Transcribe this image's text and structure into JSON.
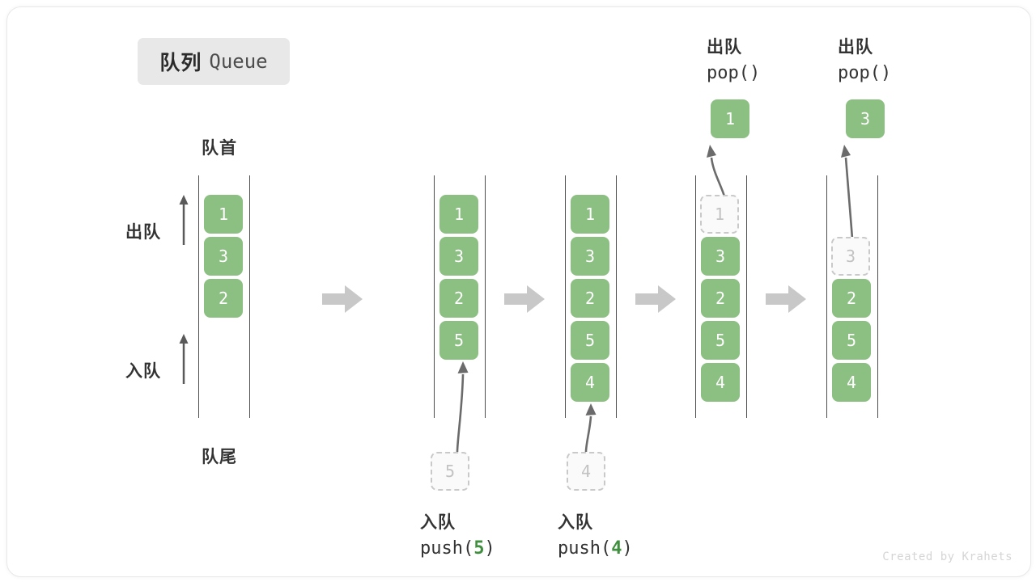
{
  "title": {
    "cn": "队列",
    "en": "Queue"
  },
  "anatomy": {
    "front_label": "队首",
    "rear_label": "队尾",
    "dequeue_label": "出队",
    "enqueue_label": "入队"
  },
  "credit": "Created by Krahets",
  "colors": {
    "cell_fill": "#8cbf82",
    "ghost_border": "#c9c9c9",
    "ghost_text": "#c2c2c2",
    "rail": "#4d4d4d",
    "step_arrow": "#c8c8c8",
    "accent_text": "#3f8f3f",
    "badge_bg": "#e8e8e8"
  },
  "steps": [
    {
      "id": "initial",
      "cells": [
        {
          "value": "1",
          "state": "solid"
        },
        {
          "value": "3",
          "state": "solid"
        },
        {
          "value": "2",
          "state": "solid"
        }
      ]
    },
    {
      "id": "push-5",
      "cells": [
        {
          "value": "1",
          "state": "solid"
        },
        {
          "value": "3",
          "state": "solid"
        },
        {
          "value": "2",
          "state": "solid"
        },
        {
          "value": "5",
          "state": "solid"
        }
      ],
      "op_cn": "入队",
      "op_code_prefix": "push(",
      "op_code_value": "5",
      "op_code_suffix": ")",
      "incoming_value": "5"
    },
    {
      "id": "push-4",
      "cells": [
        {
          "value": "1",
          "state": "solid"
        },
        {
          "value": "3",
          "state": "solid"
        },
        {
          "value": "2",
          "state": "solid"
        },
        {
          "value": "5",
          "state": "solid"
        },
        {
          "value": "4",
          "state": "solid"
        }
      ],
      "op_cn": "入队",
      "op_code_prefix": "push(",
      "op_code_value": "4",
      "op_code_suffix": ")",
      "incoming_value": "4"
    },
    {
      "id": "pop-1",
      "cells": [
        {
          "value": "1",
          "state": "ghost"
        },
        {
          "value": "3",
          "state": "solid"
        },
        {
          "value": "2",
          "state": "solid"
        },
        {
          "value": "5",
          "state": "solid"
        },
        {
          "value": "4",
          "state": "solid"
        }
      ],
      "op_cn": "出队",
      "op_code": "pop()",
      "popped_value": "1"
    },
    {
      "id": "pop-3",
      "cells": [
        {
          "value": "",
          "state": "empty"
        },
        {
          "value": "3",
          "state": "ghost"
        },
        {
          "value": "2",
          "state": "solid"
        },
        {
          "value": "5",
          "state": "solid"
        },
        {
          "value": "4",
          "state": "solid"
        }
      ],
      "op_cn": "出队",
      "op_code": "pop()",
      "popped_value": "3"
    }
  ]
}
